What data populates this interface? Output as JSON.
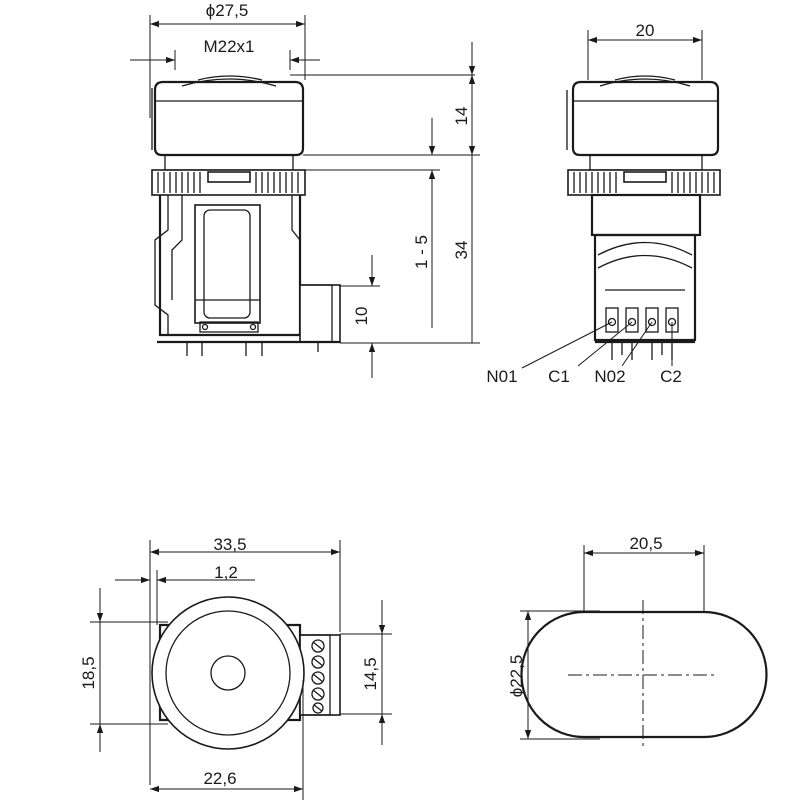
{
  "dimensions": {
    "front_diameter": "ϕ27,5",
    "front_thread": "M22x1",
    "cap_height": "14",
    "panel_range": "1 - 5",
    "total_height": "34",
    "block_height": "10",
    "side_width": "20",
    "bottom_width": "33,5",
    "bottom_offset": "1,2",
    "bottom_height": "18,5",
    "bottom_block_height": "14,5",
    "bottom_diameter": "22,6",
    "cutout_width": "20,5",
    "cutout_diameter": "ϕ22,5"
  },
  "terminals": {
    "no1": "N01",
    "c1": "C1",
    "no2": "N02",
    "c2": "C2"
  }
}
